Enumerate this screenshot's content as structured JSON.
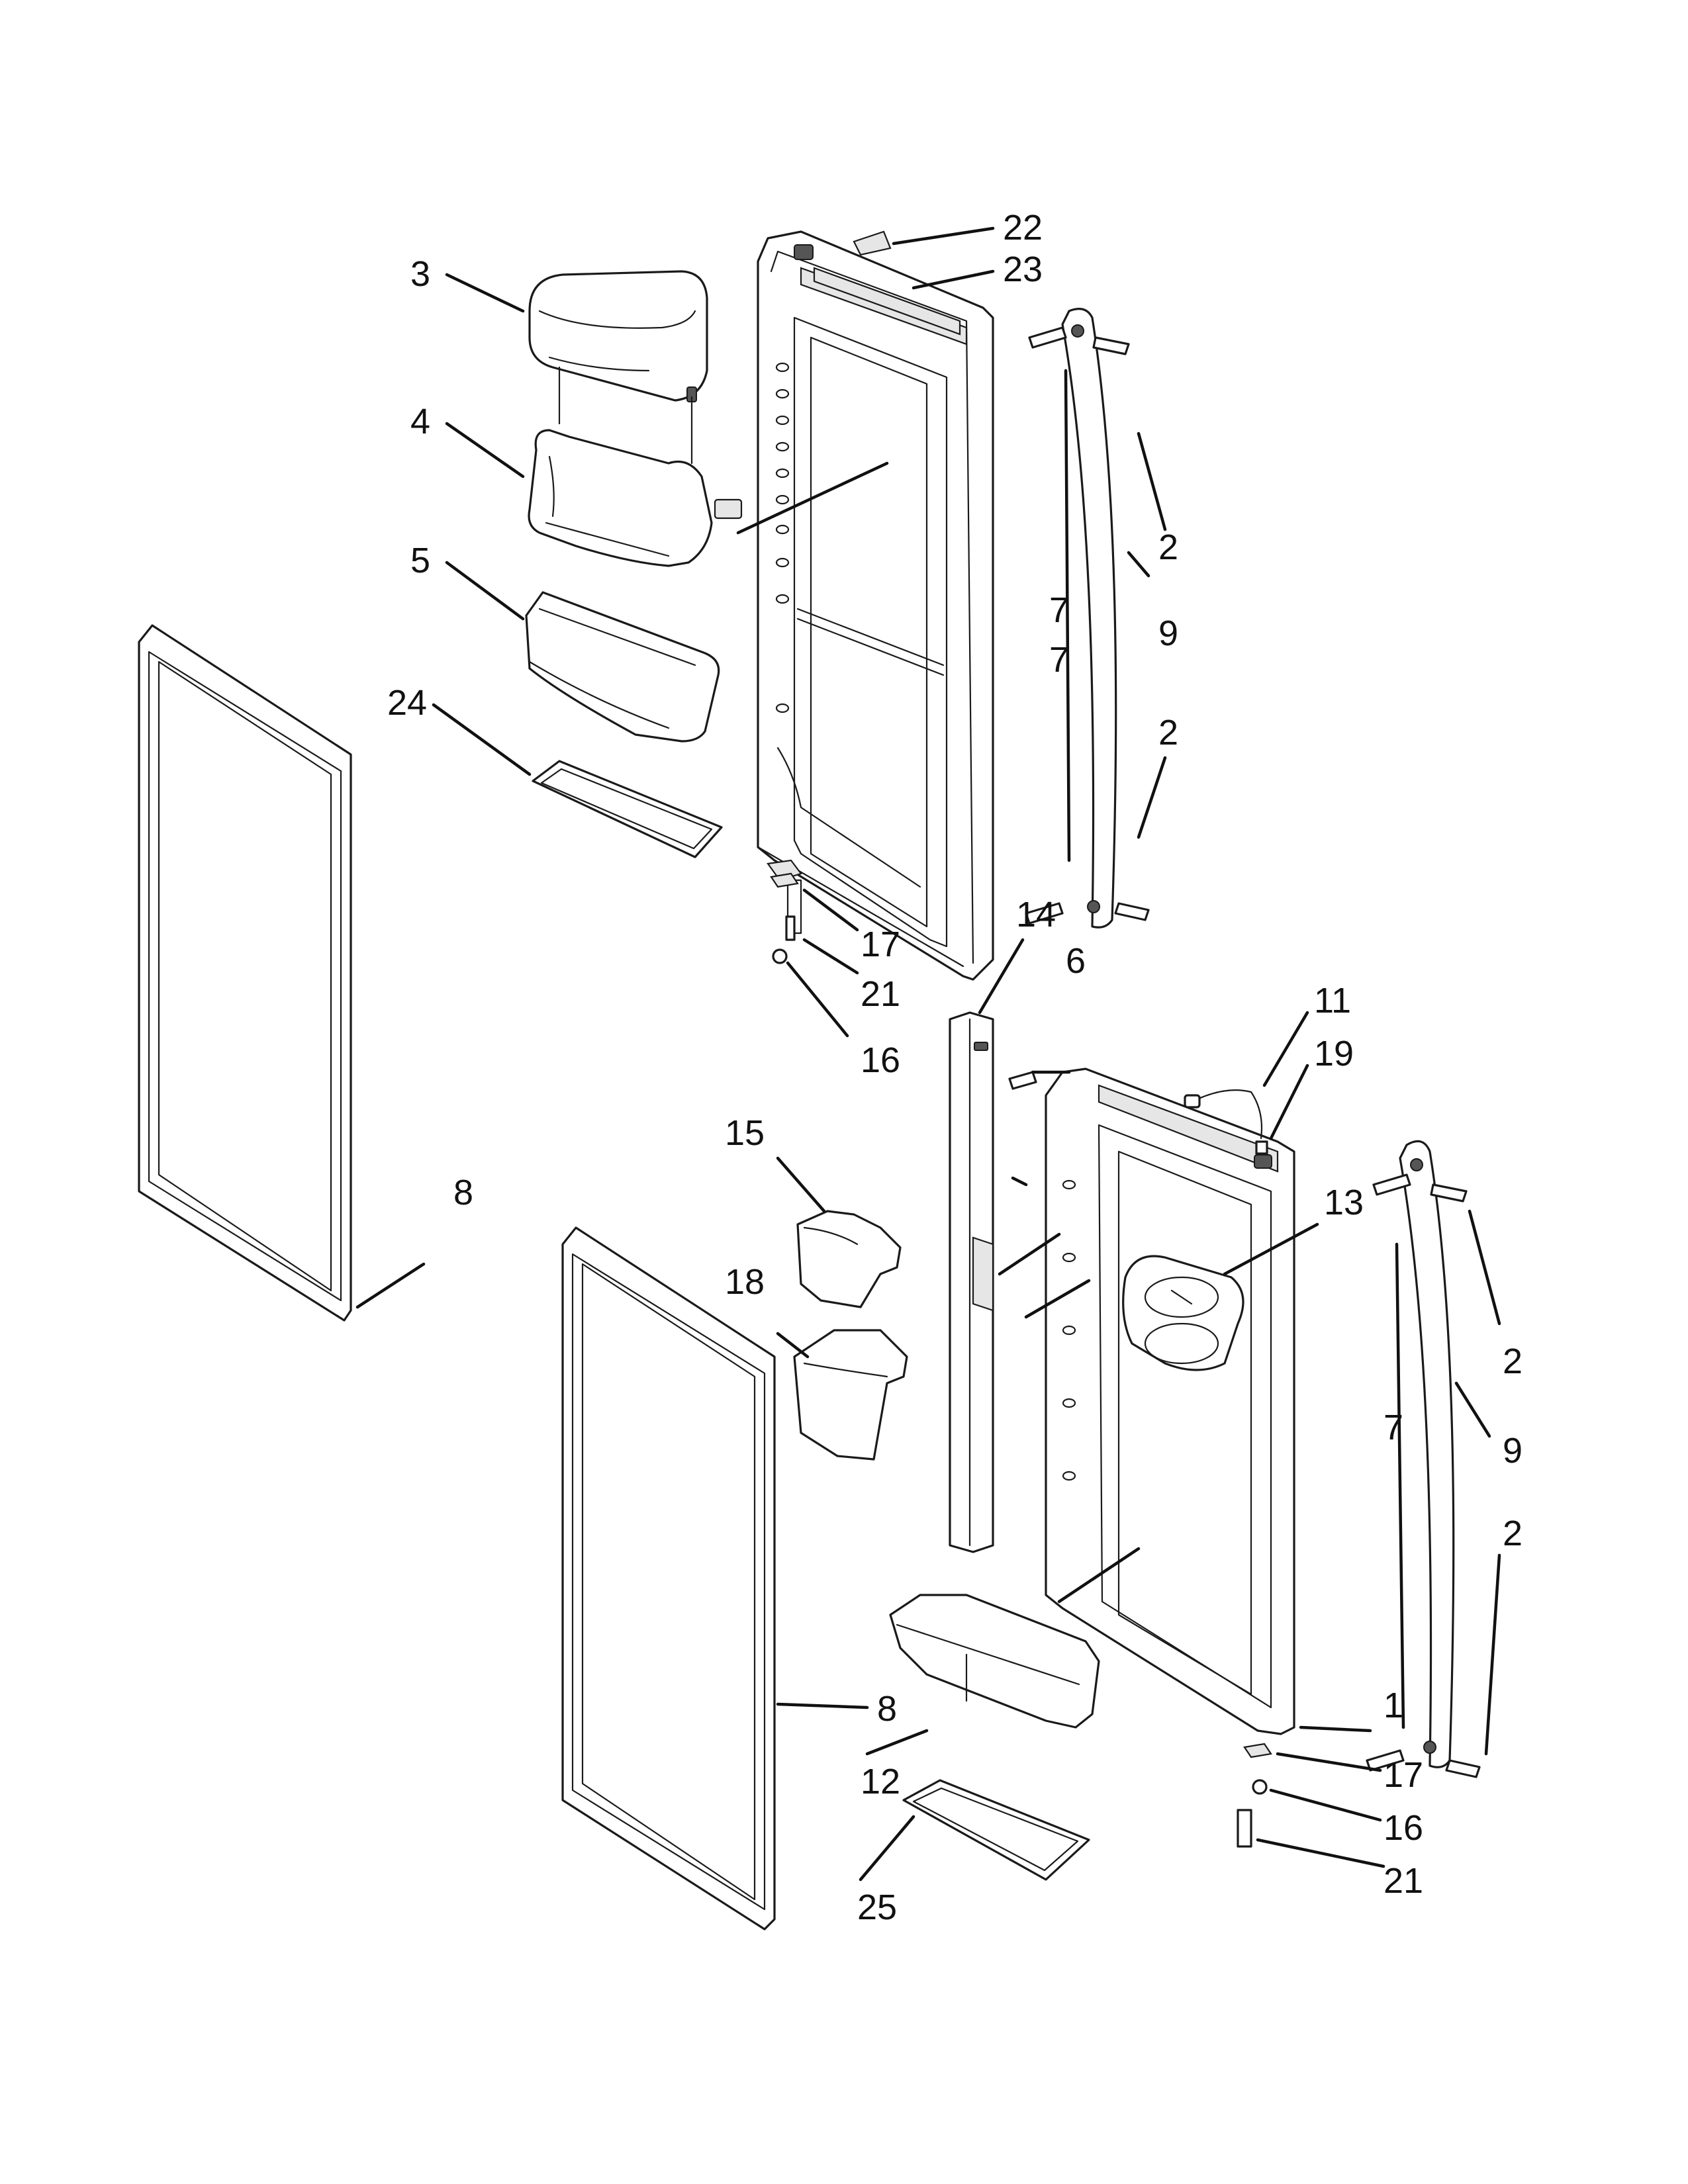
{
  "colors": {
    "ink": "#111111",
    "paper": "#ffffff",
    "shade": "#e6e6e6"
  },
  "callouts": [
    {
      "id": "c22a",
      "label": "22"
    },
    {
      "id": "c23a",
      "label": "23"
    },
    {
      "id": "c3",
      "label": "3"
    },
    {
      "id": "c4",
      "label": "4"
    },
    {
      "id": "c5",
      "label": "5"
    },
    {
      "id": "c24",
      "label": "24"
    },
    {
      "id": "c2a",
      "label": "2"
    },
    {
      "id": "c7a",
      "label": "7"
    },
    {
      "id": "c9a",
      "label": "9"
    },
    {
      "id": "c7b",
      "label": "7"
    },
    {
      "id": "c2b",
      "label": "2"
    },
    {
      "id": "c17a",
      "label": "17"
    },
    {
      "id": "c21a",
      "label": "21"
    },
    {
      "id": "c16a",
      "label": "16"
    },
    {
      "id": "c14",
      "label": "14"
    },
    {
      "id": "c6",
      "label": "6"
    },
    {
      "id": "c11",
      "label": "11"
    },
    {
      "id": "c19",
      "label": "19"
    },
    {
      "id": "c15",
      "label": "15"
    },
    {
      "id": "c8a",
      "label": "8"
    },
    {
      "id": "c13",
      "label": "13"
    },
    {
      "id": "c18",
      "label": "18"
    },
    {
      "id": "c2c",
      "label": "2"
    },
    {
      "id": "c7c",
      "label": "7"
    },
    {
      "id": "c9b",
      "label": "9"
    },
    {
      "id": "c2d",
      "label": "2"
    },
    {
      "id": "c1",
      "label": "1"
    },
    {
      "id": "c8b",
      "label": "8"
    },
    {
      "id": "c17b",
      "label": "17"
    },
    {
      "id": "c12",
      "label": "12"
    },
    {
      "id": "c16b",
      "label": "16"
    },
    {
      "id": "c21b",
      "label": "21"
    },
    {
      "id": "c25",
      "label": "25"
    }
  ]
}
